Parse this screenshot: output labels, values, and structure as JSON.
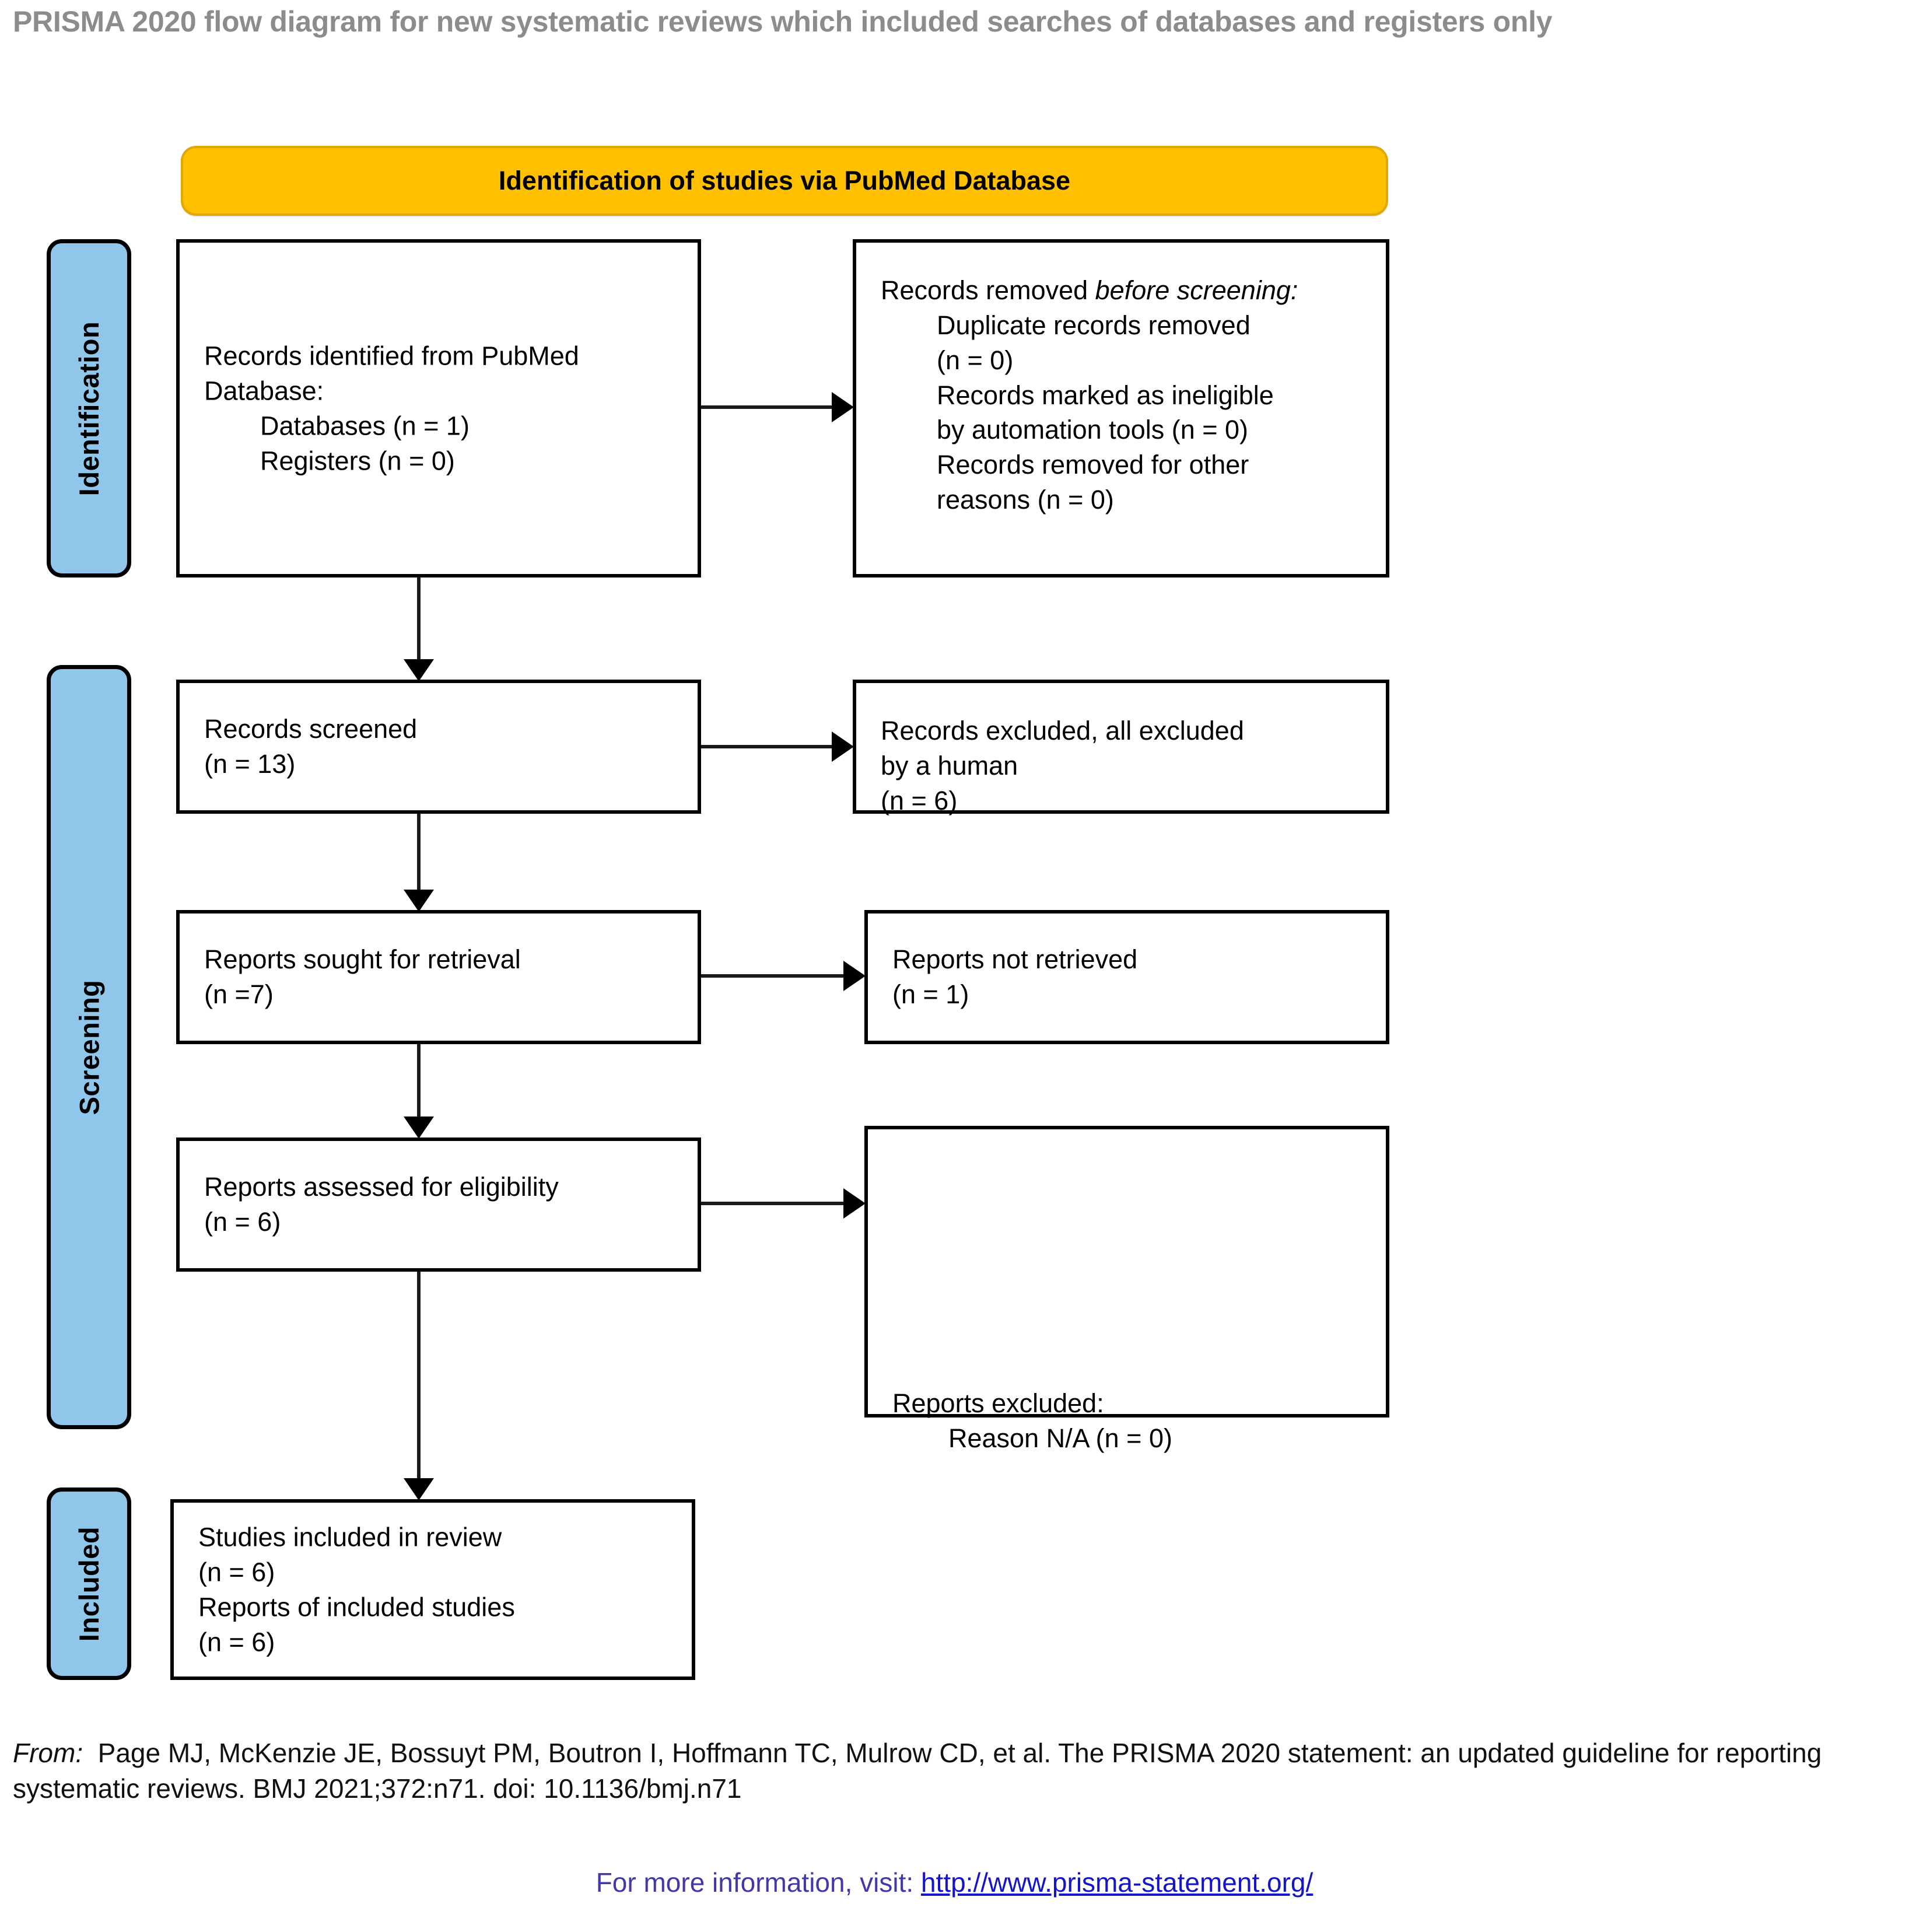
{
  "page_title": "PRISMA 2020 flow diagram for new systematic reviews which included searches of databases and registers only",
  "colors": {
    "banner_bg": "#FFC000",
    "banner_border": "#E0A800",
    "stage_bar_bg": "#8FC6EA",
    "stage_bar_border": "#000000",
    "box_border": "#000000",
    "title_text": "#8C8C8C",
    "link": "#1414C8",
    "link_lead_text": "#4338A8"
  },
  "banner": {
    "label": "Identification of studies via PubMed Database"
  },
  "stages": [
    {
      "key": "identification",
      "label": "Identification"
    },
    {
      "key": "screening",
      "label": "Screening"
    },
    {
      "key": "included",
      "label": "Included"
    }
  ],
  "boxes": {
    "identified": {
      "line1": "Records identified from PubMed",
      "line2": "Database:",
      "sub1": "Databases (n = 1)",
      "sub2": "Registers (n = 0)"
    },
    "removed": {
      "lead": "Records removed ",
      "lead_italic": "before screening",
      "lead_tail": ":",
      "sub1": "Duplicate records removed",
      "sub1b": "(n = 0)",
      "sub2": "Records marked as ineligible",
      "sub2b": "by automation tools (n = 0)",
      "sub3": "Records removed for other",
      "sub3b": "reasons (n = 0)"
    },
    "screened": {
      "line1": "Records screened",
      "line2": "(n = 13)"
    },
    "records_excluded": {
      "line1": "Records excluded, all excluded",
      "line2": "by a human",
      "line3": "(n = 6)"
    },
    "sought": {
      "line1": "Reports sought for retrieval",
      "line2": "(n =7)"
    },
    "not_retrieved": {
      "line1": "Reports not retrieved",
      "line2": "(n = 1)"
    },
    "assessed": {
      "line1": "Reports assessed for eligibility",
      "line2": "(n = 6)"
    },
    "reports_excluded": {
      "line1": "Reports excluded:",
      "sub1": "Reason N/A (n = 0)"
    },
    "included": {
      "line1": "Studies included in review",
      "line2": "(n = 6)",
      "line3": "Reports of included studies",
      "line4": "(n = 6)"
    }
  },
  "footer": {
    "from_label": "From:",
    "citation": "Page MJ, McKenzie JE, Bossuyt PM, Boutron I, Hoffmann TC, Mulrow CD, et al. The PRISMA 2020 statement: an updated guideline for reporting systematic reviews. BMJ 2021;372:n71. doi: 10.1136/bmj.n71",
    "more_info_label": "For more information, visit:",
    "url": "http://www.prisma-statement.org/"
  }
}
